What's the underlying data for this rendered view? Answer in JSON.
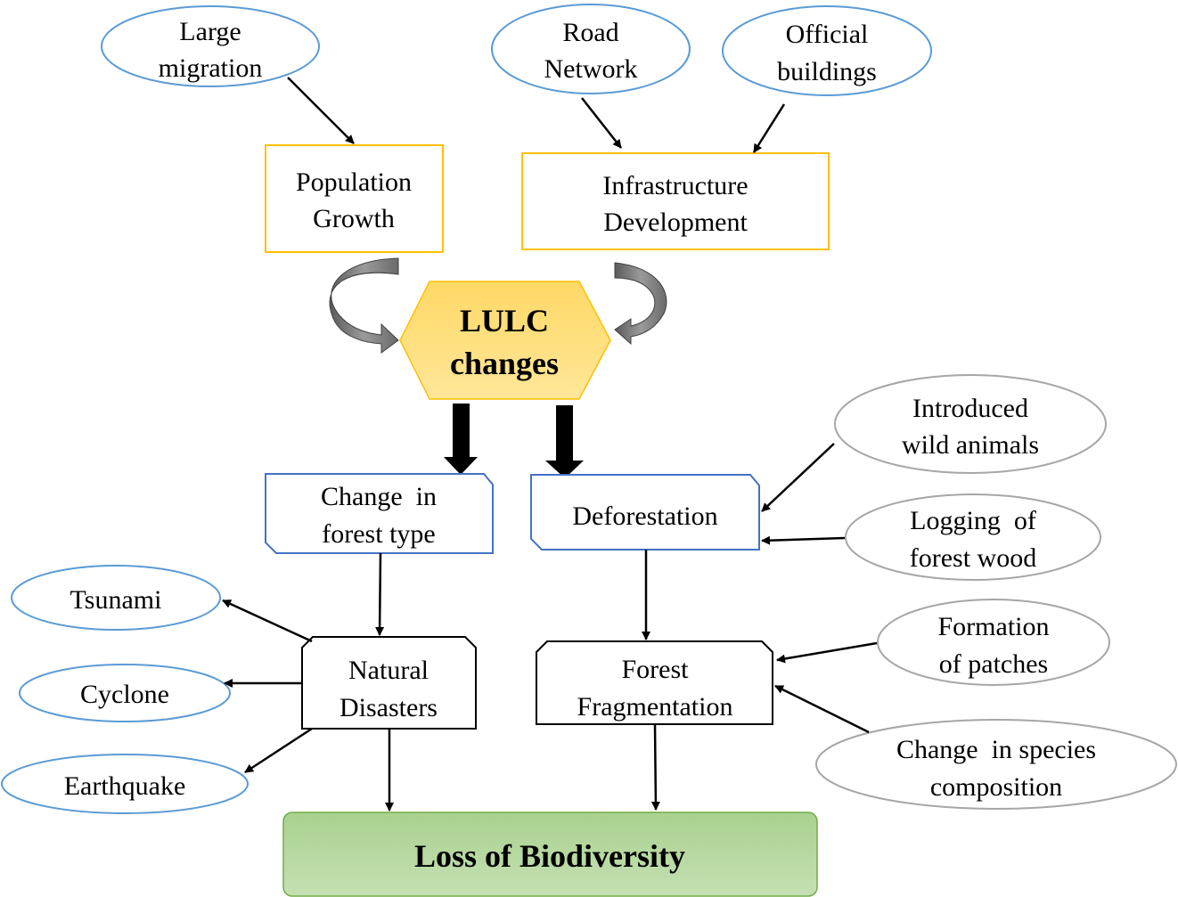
{
  "nodes": {
    "large_migration": [
      "Large",
      "migration"
    ],
    "road_network": [
      "Road",
      "Network"
    ],
    "official_buildings": [
      "Official",
      "buildings"
    ],
    "population_growth": [
      "Population",
      "Growth"
    ],
    "infrastructure_development": [
      "Infrastructure",
      "Development"
    ],
    "lulc_changes": [
      "LULC",
      "changes"
    ],
    "change_in_forest_type": [
      "Change  in",
      "forest type"
    ],
    "deforestation": "Deforestation",
    "introduced_wild_animals": [
      "Introduced",
      "wild animals"
    ],
    "logging_of_forest_wood": [
      "Logging  of",
      "forest wood"
    ],
    "natural_disasters": [
      "Natural",
      "Disasters"
    ],
    "forest_fragmentation": [
      "Forest",
      "Fragmentation"
    ],
    "formation_of_patches": [
      "Formation",
      "of patches"
    ],
    "change_in_species_composition": [
      "Change  in species",
      "composition"
    ],
    "tsunami": "Tsunami",
    "cyclone": "Cyclone",
    "earthquake": "Earthquake",
    "loss_of_biodiversity": "Loss of Biodiversity"
  },
  "colors": {
    "blue_outline": "#5b9bd5",
    "box_blue": "#4472c4",
    "yellow_outline": "#ffc000",
    "hexagon_fill": "#ffd966",
    "gray_outline": "#a6a6a6",
    "green_fill": "#a9d18e",
    "green_outline": "#70ad47"
  }
}
